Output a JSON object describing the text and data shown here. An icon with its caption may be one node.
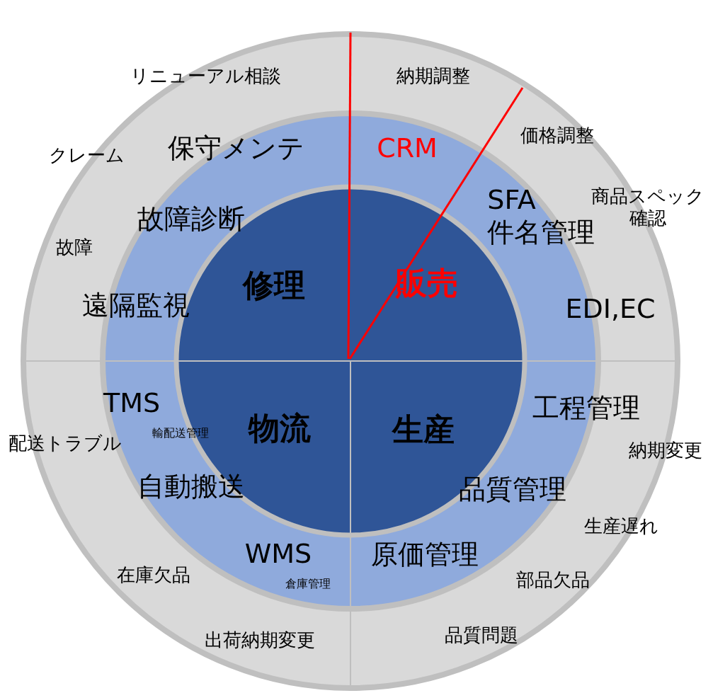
{
  "diagram": {
    "labels": [
      "リニューアル相談",
      "納期調整",
      "保守メンテ",
      "CRM",
      "価格調整",
      "クレーム",
      "商品スペック確認",
      "SFA 件名管理",
      "故障診断",
      "故障",
      "修理",
      "販売",
      "遠隔監視",
      "EDI,EC",
      "TMS",
      "輸配送管理",
      "配送トラブル",
      "物流",
      "生産",
      "工程管理",
      "納期変更",
      "自動搬送",
      "品質管理",
      "生産遅れ",
      "WMS",
      "倉庫管理",
      "原価管理",
      "在庫欠品",
      "部品欠品",
      "出荷納期変更",
      "品質問題"
    ]
  }
}
